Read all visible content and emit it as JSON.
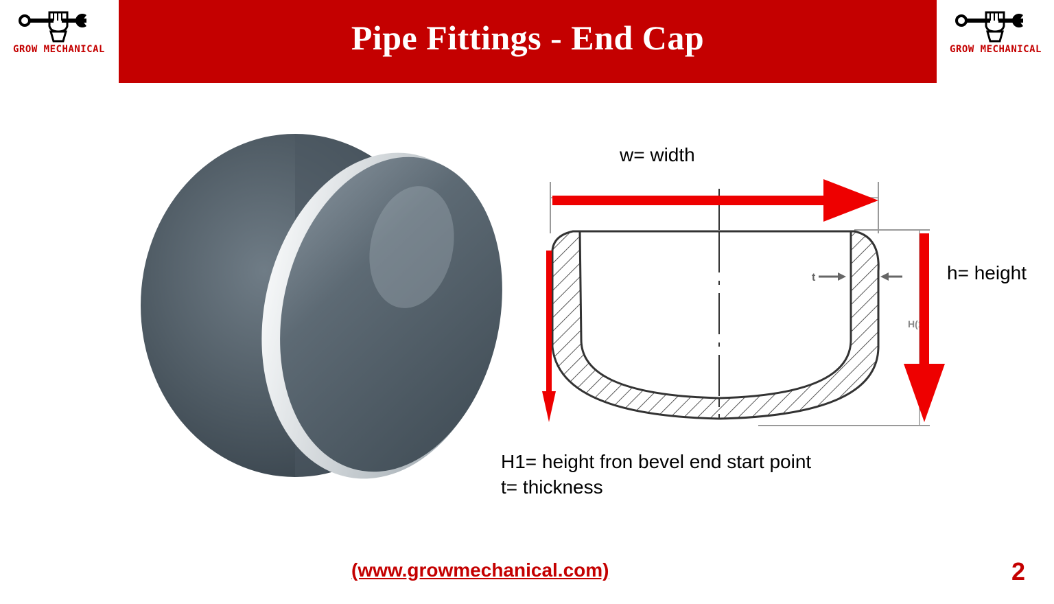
{
  "header": {
    "title": "Pipe Fittings - End Cap",
    "logo_text": "GROW MECHANICAL",
    "logo_icon": "hand-wrench-icon",
    "brand_color": "#c40000"
  },
  "diagram": {
    "width_label": "w= width",
    "height_label": "h= height",
    "h1_label": "H1= height fron bevel end start point",
    "t_label": "t= thickness",
    "small_marks": {
      "t_mark": "t",
      "h1_mark": "H(1)"
    }
  },
  "footer": {
    "link": "(www.growmechanical.com)",
    "page_number": "2"
  }
}
